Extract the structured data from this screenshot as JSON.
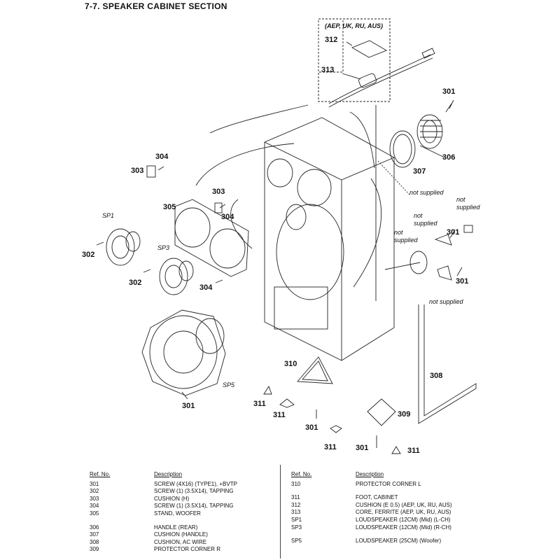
{
  "title": "7-7.   SPEAKER  CABINET  SECTION",
  "region_note": "(AEP, UK, RU, AUS)",
  "annotations": {
    "not_supplied": "not supplied",
    "not": "not",
    "supplied": "supplied"
  },
  "callouts": {
    "c301": "301",
    "c302": "302",
    "c303": "303",
    "c304": "304",
    "c305": "305",
    "c306": "306",
    "c307": "307",
    "c308": "308",
    "c309": "309",
    "c310": "310",
    "c311": "311",
    "c312": "312",
    "c313": "313",
    "sp1": "SP1",
    "sp3": "SP3",
    "sp5": "SP5"
  },
  "table_headers": {
    "ref_no": "Ref. No.",
    "description": "Description"
  },
  "parts_left": [
    {
      "ref": "301",
      "desc": "SCREW (4X16) (TYPE1), +BVTP"
    },
    {
      "ref": "302",
      "desc": "SCREW (1) (3.5X14), TAPPING"
    },
    {
      "ref": "303",
      "desc": "CUSHION (H)"
    },
    {
      "ref": "304",
      "desc": "SCREW (1) (3.5X14), TAPPING"
    },
    {
      "ref": "305",
      "desc": "STAND, WOOFER"
    },
    {
      "ref": "306",
      "desc": "HANDLE (REAR)"
    },
    {
      "ref": "307",
      "desc": "CUSHION (HANDLE)"
    },
    {
      "ref": "308",
      "desc": "CUSHION, AC WIRE"
    },
    {
      "ref": "309",
      "desc": "PROTECTOR CORNER R"
    }
  ],
  "parts_right": [
    {
      "ref": "310",
      "desc": "PROTECTOR CORNER L"
    },
    {
      "ref": "311",
      "desc": "FOOT, CABINET"
    },
    {
      "ref": "312",
      "desc": "CUSHION (E 0.5) (AEP, UK, RU, AUS)"
    },
    {
      "ref": "313",
      "desc": "CORE, FERRITE (AEP, UK, RU, AUS)"
    },
    {
      "ref": "SP1",
      "desc": "LOUDSPEAKER (12CM) (Mid) (L-CH)"
    },
    {
      "ref": "SP3",
      "desc": "LOUDSPEAKER (12CM) (Mid) (R-CH)"
    },
    {
      "ref": "SP5",
      "desc": "LOUDSPEAKER (25CM) (Woofer)"
    }
  ]
}
